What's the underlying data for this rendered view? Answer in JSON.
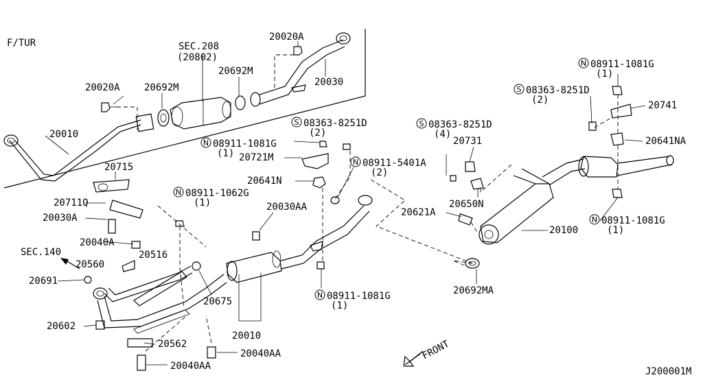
{
  "header": {
    "variant": "F/TUR"
  },
  "footer": {
    "diagram_code": "J200001M",
    "front_label": "FRONT"
  },
  "callouts": {
    "p20020A_top": "20020A",
    "sec208": "SEC.208",
    "sec208_ref": "(20802)",
    "p20692M_top": "20692M",
    "p20030": "20030",
    "p20020A_left": "20020A",
    "p20692M_left": "20692M",
    "p20010_top": "20010",
    "p20715": "20715",
    "p20711Q": "20711Q",
    "p20030A": "20030A",
    "p20040A": "20040A",
    "sec140": "SEC.140",
    "p20560": "20560",
    "p20516": "20516",
    "p20691": "20691",
    "p20602": "20602",
    "p20562": "20562",
    "p20040AA_r": "20040AA",
    "p20040AA_b": "20040AA",
    "p20010_bot": "20010",
    "p20675": "20675",
    "p20030AA": "20030AA",
    "p08911_1062G": "08911-1062G",
    "p08911_1062G_q": "(1)",
    "p08911_1081G_mid": "08911-1081G",
    "p08911_1081G_mid_q": "(1)",
    "p20721M": "20721M",
    "p20641N": "20641N",
    "p08363_mid": "08363-8251D",
    "p08363_mid_q": "(2)",
    "p08911_5401A": "08911-5401A",
    "p08911_5401A_q": "(2)",
    "p08911_1081G_low": "08911-1081G",
    "p08911_1081G_low_q": "(1)",
    "p08363_4": "08363-8251D",
    "p08363_4_q": "(4)",
    "p20731": "20731",
    "p20650N": "20650N",
    "p20621A": "20621A",
    "p20692MA": "20692MA",
    "p20100": "20100",
    "p08911_1081G_tr": "08911-1081G",
    "p08911_1081G_tr_q": "(1)",
    "p08363_tr": "08363-8251D",
    "p08363_tr_q": "(2)",
    "p20741": "20741",
    "p20641NA": "20641NA",
    "p08911_1081G_rb": "08911-1081G",
    "p08911_1081G_rb_q": "(1)"
  },
  "symbols": {
    "nut": "N",
    "screw": "S"
  }
}
